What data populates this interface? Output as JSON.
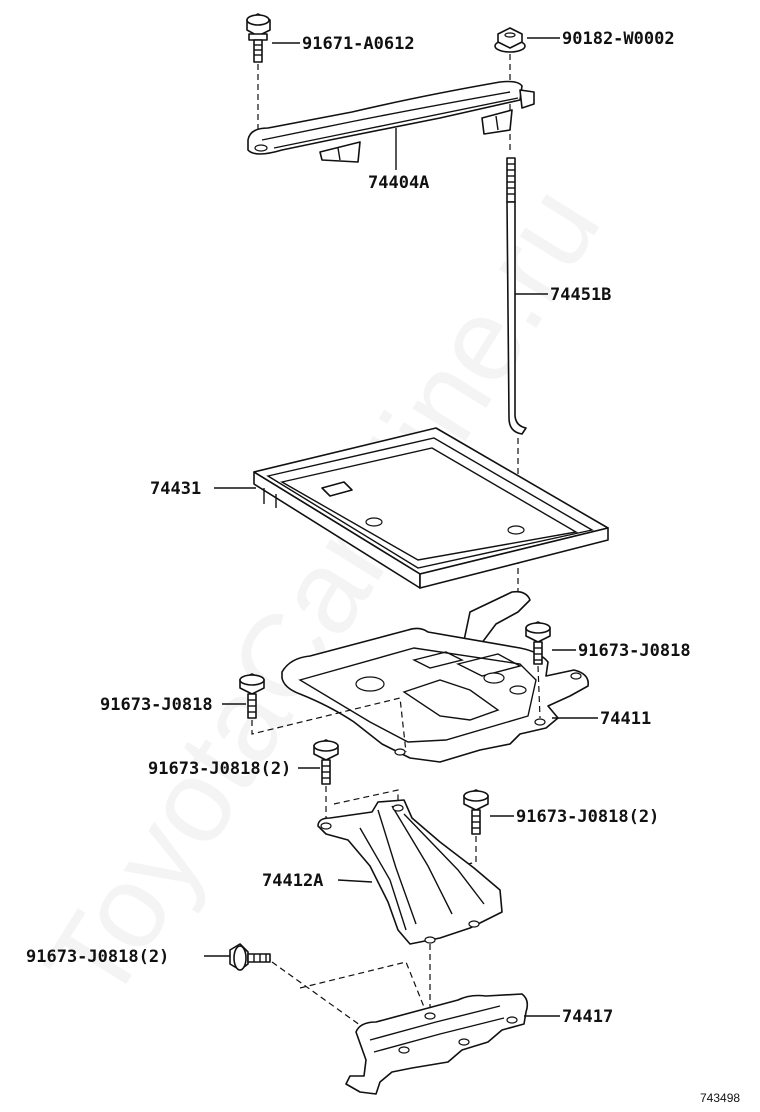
{
  "watermark": "ToyotaCarMine.ru",
  "figure_code": "743498",
  "callouts": {
    "bolt_top_left": "91671-A0612",
    "nut_top_right": "90182-W0002",
    "clamp": "74404A",
    "rod": "74451B",
    "tray": "74431",
    "bolt_right_carrier": "91673-J0818",
    "bolt_left_carrier": "91673-J0818",
    "carrier": "74411",
    "bolt_left_stay": "91673-J0818(2)",
    "bolt_right_stay": "91673-J0818(2)",
    "stay": "74412A",
    "bolt_lower_bracket": "91673-J0818(2)",
    "bracket": "74417"
  }
}
